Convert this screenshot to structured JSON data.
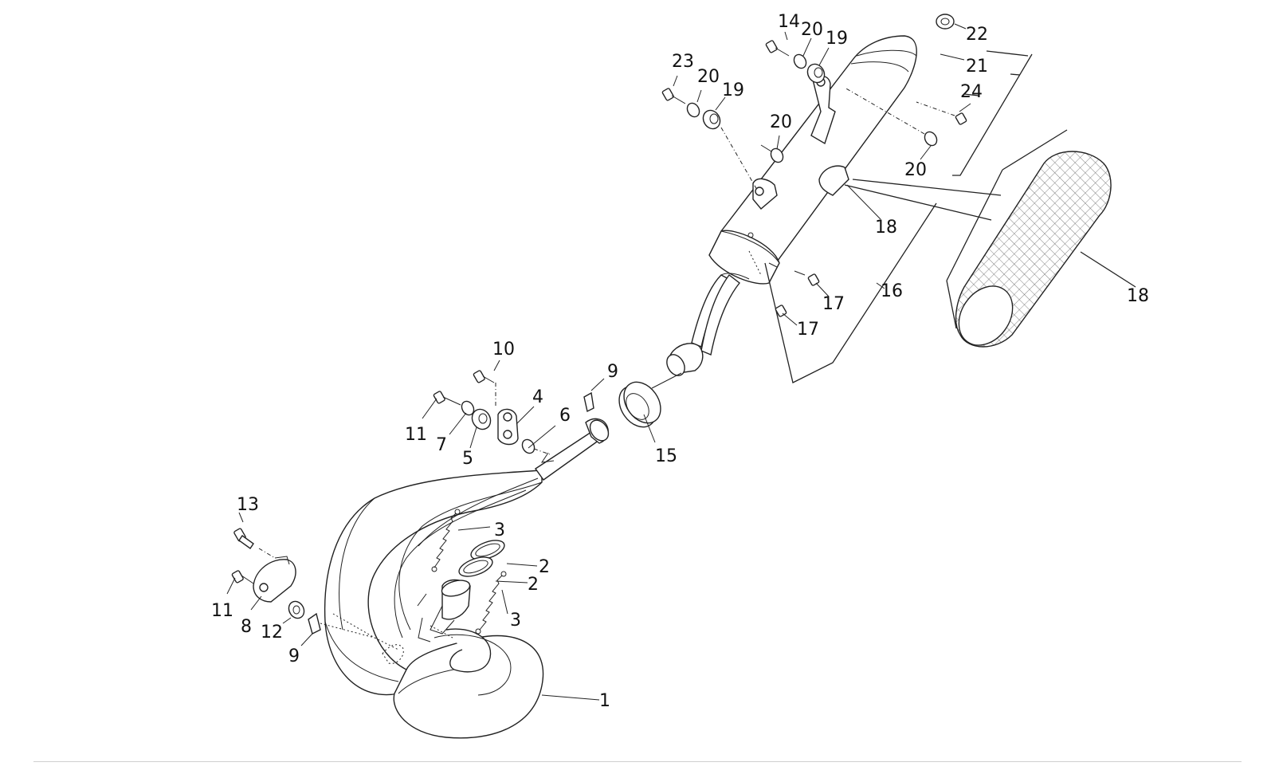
{
  "callouts": {
    "c1": "1",
    "c2a": "2",
    "c2b": "2",
    "c3a": "3",
    "c3b": "3",
    "c4": "4",
    "c5": "5",
    "c6": "6",
    "c7": "7",
    "c8": "8",
    "c9a": "9",
    "c9b": "9",
    "c10": "10",
    "c11a": "11",
    "c11b": "11",
    "c12": "12",
    "c13": "13",
    "c14": "14",
    "c15": "15",
    "c16": "16",
    "c17a": "17",
    "c17b": "17",
    "c18a": "18",
    "c18b": "18",
    "c19a": "19",
    "c19b": "19",
    "c20a": "20",
    "c20b": "20",
    "c20c": "20",
    "c20d": "20",
    "c21": "21",
    "c22": "22",
    "c23": "23",
    "c24": "24"
  }
}
